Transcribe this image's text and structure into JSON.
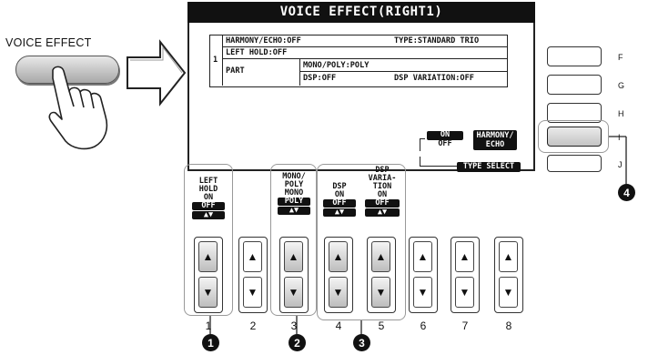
{
  "voice_effect_label": "VOICE EFFECT",
  "screen": {
    "title": "VOICE EFFECT(RIGHT1)",
    "row_number": "1",
    "harmony_echo": "HARMONY/ECHO:OFF",
    "type": "TYPE:STANDARD TRIO",
    "left_hold": "LEFT HOLD:OFF",
    "part_label": "PART",
    "mono_poly": "MONO/POLY:POLY",
    "dsp": "DSP:OFF",
    "dsp_variation": "DSP VARIATION:OFF"
  },
  "side_buttons": [
    "F",
    "G",
    "H",
    "I",
    "J"
  ],
  "lcd_controls": {
    "on_label": "ON",
    "off_label": "OFF",
    "harmony_label_1": "HARMONY/",
    "harmony_label_2": "ECHO",
    "type_select": "TYPE SELECT",
    "left_hold_1": "LEFT",
    "left_hold_2": "HOLD",
    "left_hold_on": "ON",
    "left_hold_off": "OFF",
    "mono_1": "MONO/",
    "mono_2": "POLY",
    "mono_3": "MONO",
    "mono_4": "POLY",
    "dsp_1": "DSP",
    "dsp_on": "ON",
    "dsp_off": "OFF",
    "dspvar_1": "DSP",
    "dspvar_2": "VARIA-",
    "dspvar_3": "TION",
    "dspvar_on": "ON",
    "dspvar_off": "OFF"
  },
  "bottom_buttons": [
    "1",
    "2",
    "3",
    "4",
    "5",
    "6",
    "7",
    "8"
  ],
  "callouts": [
    "1",
    "2",
    "3",
    "4"
  ]
}
